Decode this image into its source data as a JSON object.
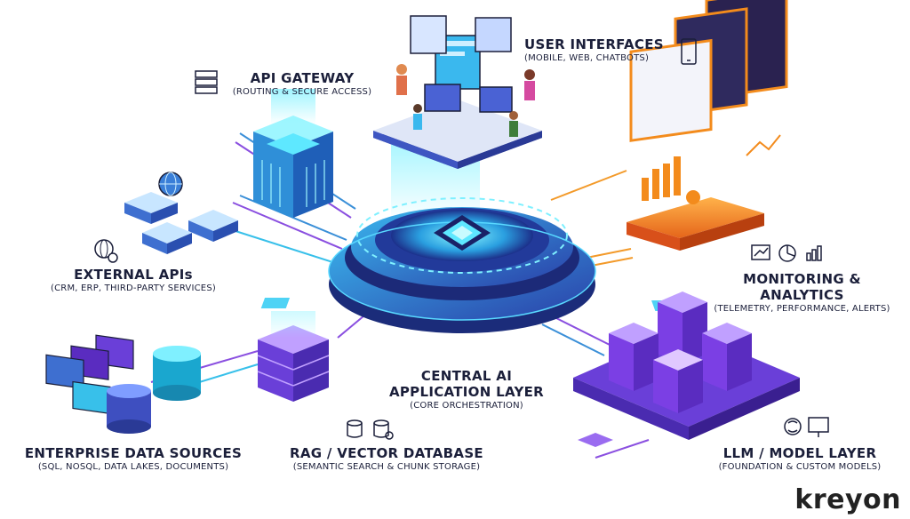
{
  "nodes": {
    "user_interfaces": {
      "title": "USER INTERFACES",
      "subtitle": "(MOBILE, WEB, CHATBOTS)"
    },
    "api_gateway": {
      "title": "API GATEWAY",
      "subtitle": "(ROUTING & SECURE ACCESS)"
    },
    "external_apis": {
      "title": "EXTERNAL APIs",
      "subtitle": "(CRM, ERP, THIRD-PARTY SERVICES)"
    },
    "monitoring": {
      "title": "MONITORING & ANALYTICS",
      "subtitle": "(TELEMETRY, PERFORMANCE, ALERTS)"
    },
    "central": {
      "title_line1": "CENTRAL AI",
      "title_line2": "APPLICATION LAYER",
      "subtitle": "(CORE ORCHESTRATION)"
    },
    "enterprise_data": {
      "title": "ENTERPRISE DATA SOURCES",
      "subtitle": "(SQL, NOSQL, DATA LAKES, DOCUMENTS)"
    },
    "rag_db": {
      "title": "RAG / VECTOR DATABASE",
      "subtitle": "(SEMANTIC SEARCH & CHUNK STORAGE)"
    },
    "llm_layer": {
      "title": "LLM / MODEL LAYER",
      "subtitle": "(FOUNDATION & CUSTOM MODELS)"
    }
  },
  "brand": "kreyon",
  "colors": {
    "cyan": "#22c4e6",
    "blue": "#2f55c9",
    "purple": "#7b3fe4",
    "orange": "#f38b1c",
    "navy": "#1b1f3a"
  }
}
